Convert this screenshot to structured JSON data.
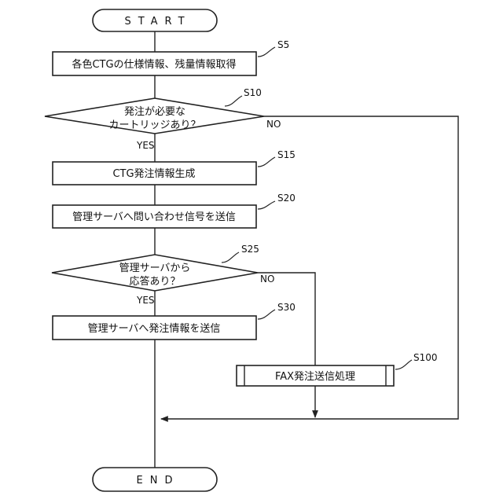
{
  "flowchart": {
    "start": "START",
    "end": "END",
    "yes_label": "YES",
    "no_label": "NO",
    "steps": {
      "s5": {
        "id": "S5",
        "text": "各色CTGの仕様情報、残量情報取得"
      },
      "s10": {
        "id": "S10",
        "line1": "発注が必要な",
        "line2": "カートリッジあり？"
      },
      "s15": {
        "id": "S15",
        "text": "CTG発注情報生成"
      },
      "s20": {
        "id": "S20",
        "text": "管理サーバへ問い合わせ信号を送信"
      },
      "s25": {
        "id": "S25",
        "line1": "管理サーバから",
        "line2": "応答あり？"
      },
      "s30": {
        "id": "S30",
        "text": "管理サーバへ発注情報を送信"
      },
      "s100": {
        "id": "S100",
        "text": "FAX発注送信処理"
      }
    }
  }
}
